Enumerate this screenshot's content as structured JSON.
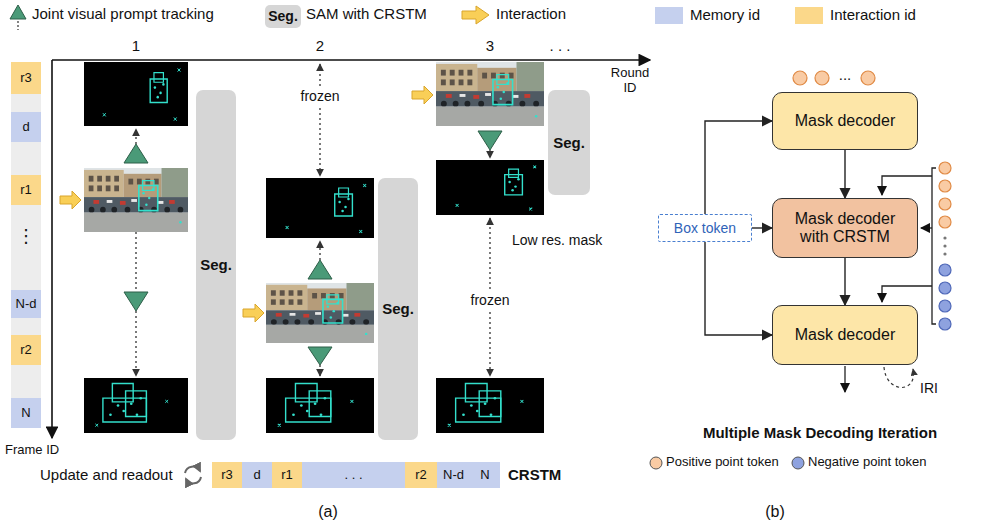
{
  "diagram": {
    "nodes": [
      {
        "text": [
          "Seg."
        ]
      },
      {
        "text": [
          "r3"
        ]
      },
      {
        "text": [
          "d"
        ]
      },
      {
        "text": [
          "r1"
        ]
      },
      {
        "text": [
          "N-d"
        ]
      },
      {
        "text": [
          "r2"
        ]
      },
      {
        "text": [
          "N"
        ]
      },
      {
        "text": [
          "Seg."
        ]
      },
      {
        "text": [
          "Seg."
        ]
      },
      {
        "text": [
          "Seg."
        ]
      },
      {
        "text": [
          "r3"
        ]
      },
      {
        "text": [
          "d"
        ]
      },
      {
        "text": [
          "r1"
        ]
      },
      {
        "text": [
          ". . ."
        ]
      },
      {
        "text": [
          "r2"
        ]
      },
      {
        "text": [
          "N-d"
        ]
      },
      {
        "text": [
          "N"
        ]
      },
      {
        "text": [
          "Mask decoder"
        ]
      },
      {
        "text": [
          "Box token"
        ]
      },
      {
        "text": [
          "Mask decoder with CRSTM"
        ]
      },
      {
        "text": [
          "Mask decoder"
        ]
      }
    ],
    "edges": [
      {
        "from": 18,
        "to": 17,
        "arrow": "to"
      },
      {
        "from": 18,
        "to": 19,
        "arrow": "to"
      },
      {
        "from": 18,
        "to": 20,
        "arrow": "to"
      },
      {
        "from": 17,
        "to": 19,
        "arrow": "to"
      },
      {
        "from": 19,
        "to": 20,
        "arrow": "to"
      }
    ],
    "labels": [
      "1",
      "2",
      "3",
      ". . .",
      "Round ID",
      "⋮",
      "Frame ID",
      "frozen",
      "frozen",
      "Low res. mask",
      "Update and readout",
      "CRSTM",
      "(a)",
      "...",
      "Multiple Mask Decoding Iteration",
      "IRI",
      "(b)"
    ],
    "legend": [
      {
        "text": "Joint visual prompt tracking"
      },
      {
        "text": "SAM with CRSTM"
      },
      {
        "text": "Interaction"
      },
      {
        "text": "Memory id",
        "color": "#c5d0ee"
      },
      {
        "text": "Interaction id",
        "color": "#fbd88a"
      },
      {
        "text": "Positive point token",
        "color": "#f9cba4"
      },
      {
        "text": "Negative point token",
        "color": "#8ea2df"
      }
    ]
  }
}
